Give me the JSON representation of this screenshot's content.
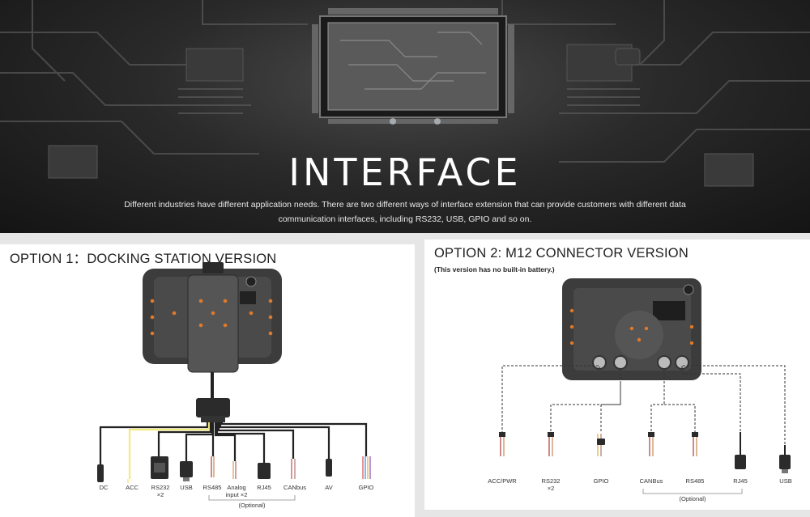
{
  "hero": {
    "title": "INTERFACE",
    "description": "Different industries have different application needs. There are two different ways of interface extension that can provide customers with different data communication interfaces, including RS232, USB, GPIO and so on."
  },
  "option1": {
    "title": "OPTION 1：DOCKING STATION VERSION",
    "labels": {
      "dc": "DC",
      "acc": "ACC",
      "rs232": "RS232",
      "rs232_qty": "×2",
      "usb": "USB",
      "rs485": "RS485",
      "analog": "Analog",
      "analog_qty": "input ×2",
      "rj45": "RJ45",
      "canbus": "CANbus",
      "av": "AV",
      "gpio": "GPIO",
      "optional": "(Optional)"
    }
  },
  "option2": {
    "title": "OPTION 2: M12 CONNECTOR VERSION",
    "note": "(This version has no built-in battery.)",
    "labels": {
      "acc_pwr": "ACC/PWR",
      "rs232": "RS232",
      "rs232_qty": "×2",
      "gpio": "GPIO",
      "canbus": "CANBus",
      "rs485": "RS485",
      "rj45": "RJ45",
      "usb": "USB",
      "optional": "(Optional)"
    }
  },
  "colors": {
    "accent_orange": "#e07a2a",
    "cable_yellow": "#f2ea7a",
    "hero_bg": "#1c1c1c"
  }
}
